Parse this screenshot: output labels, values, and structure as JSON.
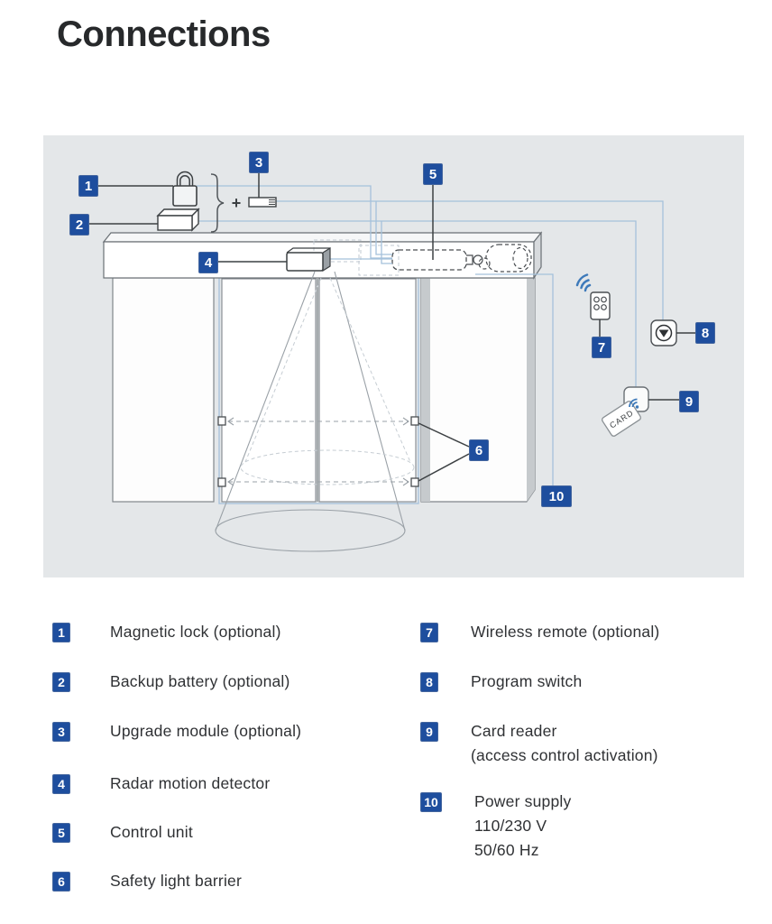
{
  "title": "Connections",
  "diagram": {
    "badges": {
      "b1": "1",
      "b2": "2",
      "b3": "3",
      "b4": "4",
      "b5": "5",
      "b6": "6",
      "b7": "7",
      "b8": "8",
      "b9": "9",
      "b10": "10"
    },
    "plus_sign": "+",
    "card_label": "CARD",
    "colors": {
      "badge_blue": "#1e4e9e",
      "wire_blue": "#a5c1db",
      "wifi_blue": "#3e7aba",
      "panel_bg": "#e4e7e9"
    }
  },
  "legend": {
    "left": [
      {
        "num": "1",
        "label": "Magnetic lock (optional)"
      },
      {
        "num": "2",
        "label": "Backup battery (optional)"
      },
      {
        "num": "3",
        "label": "Upgrade module (optional)"
      },
      {
        "num": "4",
        "label": "Radar motion detector"
      },
      {
        "num": "5",
        "label": "Control unit"
      },
      {
        "num": "6",
        "label": "Safety light barrier"
      }
    ],
    "right": [
      {
        "num": "7",
        "label": "Wireless remote (optional)"
      },
      {
        "num": "8",
        "label": "Program switch"
      },
      {
        "num": "9",
        "label": "Card reader\n(access control activation)"
      },
      {
        "num": "10",
        "label": "Power supply\n110/230 V\n50/60 Hz"
      }
    ]
  }
}
